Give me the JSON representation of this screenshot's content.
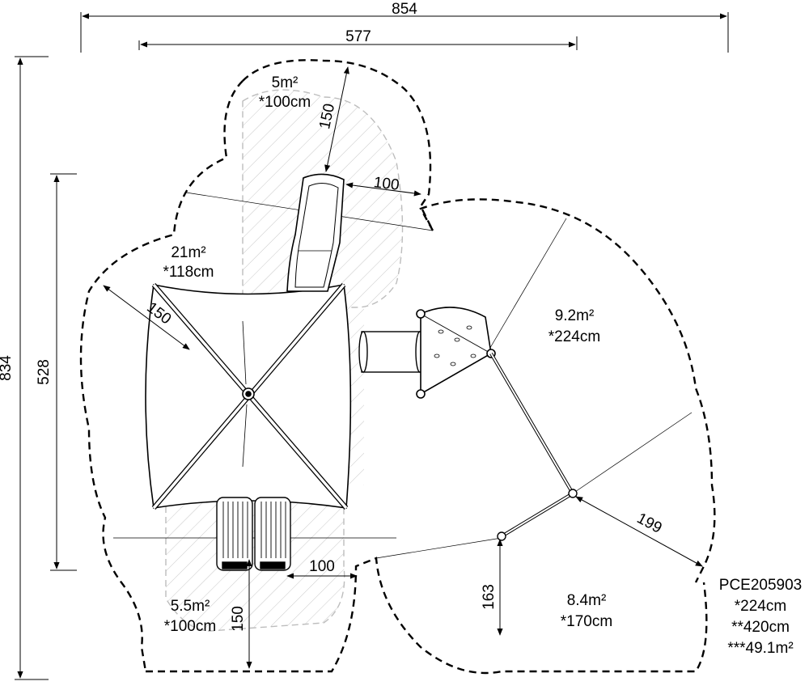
{
  "dimensions": {
    "overall_width": "854",
    "inner_width": "577",
    "overall_height": "834",
    "inner_height": "528",
    "clearance_top": "150",
    "clearance_slide_side": "100",
    "clearance_roof": "150",
    "clearance_bottom": "150",
    "clearance_bottom_side": "100",
    "clearance_net": "199",
    "clearance_lower": "163"
  },
  "zones": {
    "top": {
      "area": "5m²",
      "height": "*100cm"
    },
    "left": {
      "area": "21m²",
      "height": "*118cm"
    },
    "right": {
      "area": "9.2m²",
      "height": "*224cm"
    },
    "lower_right": {
      "area": "8.4m²",
      "height": "*170cm"
    },
    "bottom": {
      "area": "5.5m²",
      "height": "*100cm"
    }
  },
  "product": {
    "code": "PCE205903",
    "max_fall_height": "*224cm",
    "total_height": "**420cm",
    "total_area": "***49.1m²"
  }
}
